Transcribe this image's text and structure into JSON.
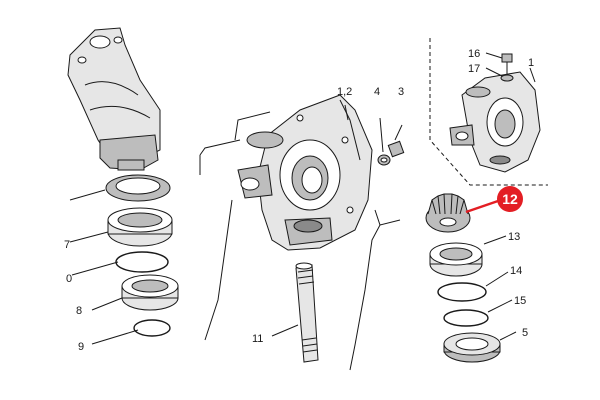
{
  "labels": {
    "l1_2": "1,2",
    "l3": "3",
    "l4": "4",
    "l5": "5",
    "l7_left": "7",
    "l8": "8",
    "l9": "9",
    "l10": "0",
    "l11": "11",
    "l13": "13",
    "l14": "14",
    "l15": "15",
    "l16": "16",
    "l17": "17",
    "l1_right": "1"
  },
  "callout": {
    "number": "12",
    "color": "#e31e24"
  }
}
